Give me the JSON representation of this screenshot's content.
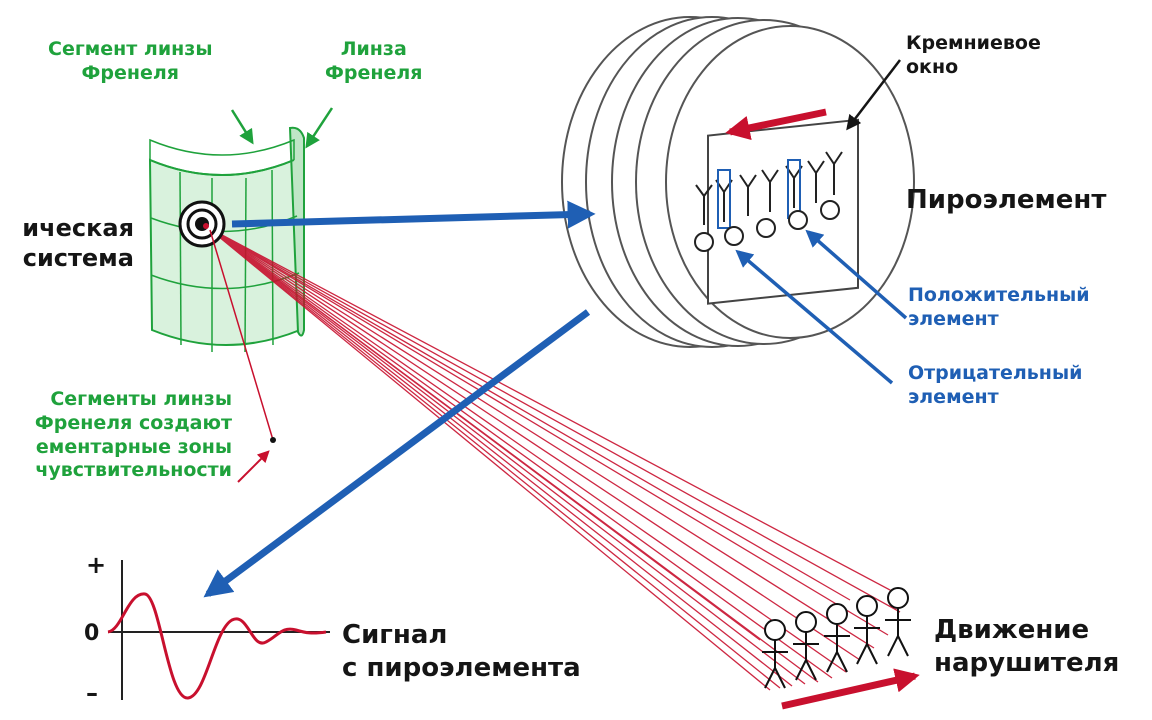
{
  "labels": {
    "fresnel_segment": [
      "Сегмент линзы",
      "Френеля"
    ],
    "fresnel_lens": [
      "Линза",
      "Френеля"
    ],
    "optical_system": [
      "ическая",
      "система"
    ],
    "segments_create_zones": [
      "Сегменты линзы",
      "Френеля создают",
      "ементарные зоны",
      "чувствительности"
    ],
    "silicon_window": [
      "Кремниевое",
      "окно"
    ],
    "pyro_element": "Пироэлемент",
    "positive_element": [
      "Положительный",
      "элемент"
    ],
    "negative_element": [
      "Отрицательный",
      "элемент"
    ],
    "signal": [
      "Сигнал",
      "с пироэлемента"
    ],
    "intruder_motion": [
      "Движение",
      "нарушителя"
    ],
    "axis_plus": "+",
    "axis_zero": "0",
    "axis_minus": "–"
  },
  "colors": {
    "green": "#1fa23c",
    "blue": "#1f5fb4",
    "red": "#c8102e",
    "black": "#151515"
  }
}
